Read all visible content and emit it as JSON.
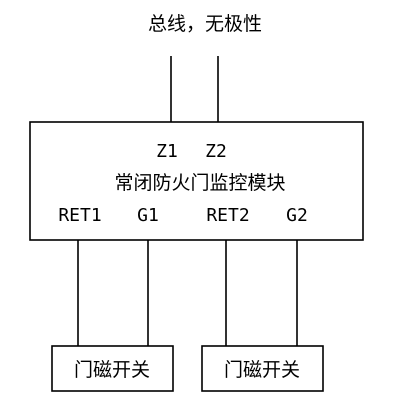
{
  "bus_label": "总线，无极性",
  "module": {
    "title": "常闭防火门监控模块",
    "z1": "Z1",
    "z2": "Z2",
    "ret1": "RET1",
    "g1": "G1",
    "ret2": "RET2",
    "g2": "G2"
  },
  "switches": [
    {
      "label": "门磁开关"
    },
    {
      "label": "门磁开关"
    }
  ]
}
